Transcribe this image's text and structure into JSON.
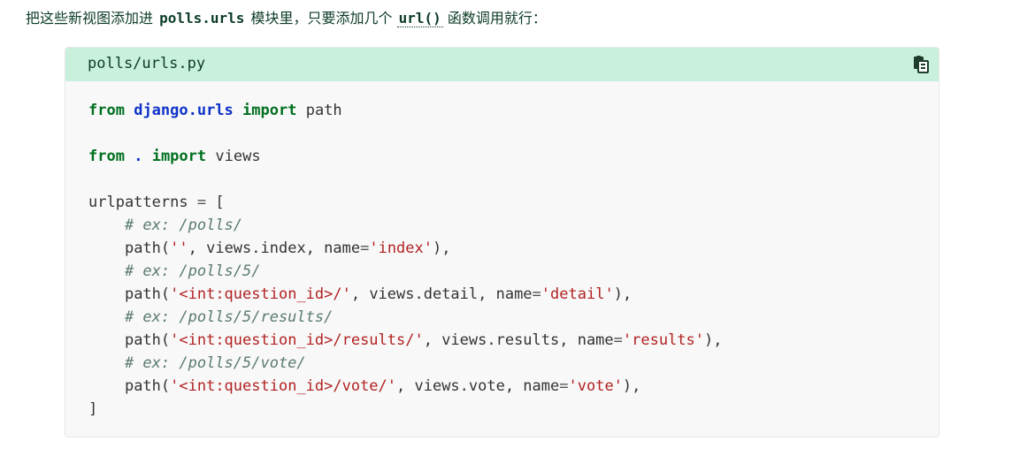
{
  "intro": {
    "text_before": "把这些新视图添加进",
    "module_code": "polls.urls",
    "text_middle": "模块里，只要添加几个",
    "func_code": "url()",
    "text_after": "函数调用就行："
  },
  "code_block": {
    "filename": "polls/urls.py",
    "copy_icon": "copy-icon",
    "lines": {
      "l1": {
        "k1": "from",
        "mod": "django.urls",
        "k2": "import",
        "name": "path"
      },
      "l3": {
        "k1": "from",
        "mod": ".",
        "k2": "import",
        "name": "views"
      },
      "l5": {
        "var": "urlpatterns",
        "op": "=",
        "bracket": "["
      },
      "l6": {
        "comment": "# ex: /polls/"
      },
      "l7": {
        "fn": "path(",
        "str": "''",
        "mid": ", views.index, name",
        "eq": "=",
        "str2": "'index'",
        "end": "),"
      },
      "l8": {
        "comment": "# ex: /polls/5/"
      },
      "l9": {
        "fn": "path(",
        "str": "'<int:question_id>/'",
        "mid": ", views.detail, name",
        "eq": "=",
        "str2": "'detail'",
        "end": "),"
      },
      "l10": {
        "comment": "# ex: /polls/5/results/"
      },
      "l11": {
        "fn": "path(",
        "str": "'<int:question_id>/results/'",
        "mid": ", views.results, name",
        "eq": "=",
        "str2": "'results'",
        "end": "),"
      },
      "l12": {
        "comment": "# ex: /polls/5/vote/"
      },
      "l13": {
        "fn": "path(",
        "str": "'<int:question_id>/vote/'",
        "mid": ", views.vote, name",
        "eq": "=",
        "str2": "'vote'",
        "end": "),"
      },
      "l14": {
        "bracket": "]"
      }
    }
  },
  "colors": {
    "header_bg": "#c9f0dd",
    "code_bg": "#f8f8f8",
    "keyword": "#007020",
    "namespace": "#0e32c8",
    "string": "#b22222",
    "comment": "#5a7a70"
  }
}
